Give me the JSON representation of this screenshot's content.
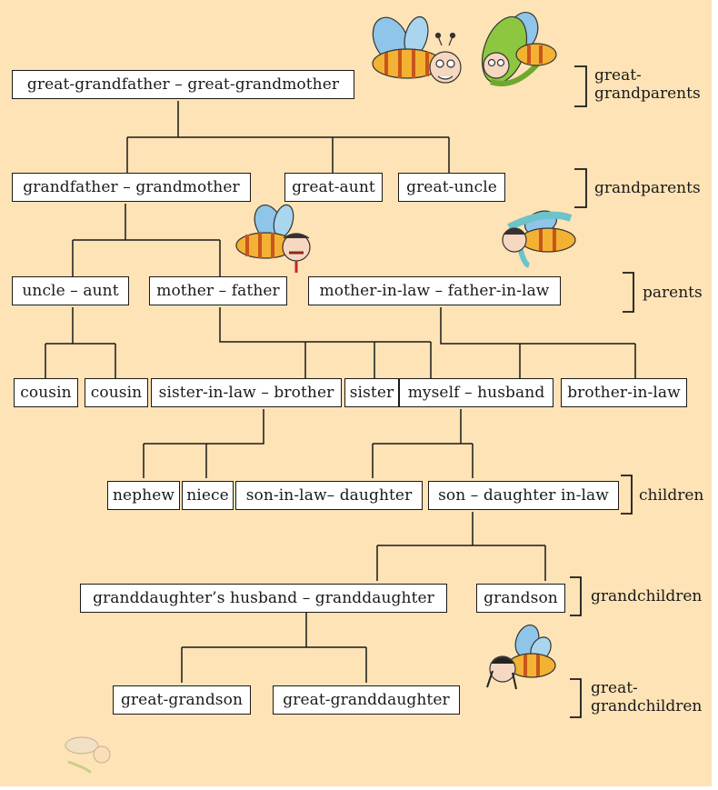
{
  "colors": {
    "background": "#fde3b5",
    "line": "#1a1a1a",
    "box": "#ffffff"
  },
  "nodes": {
    "great_grandparents": "great-grandfather  –  great-grandmother",
    "grandparents": "grandfather – grandmother",
    "great_aunt": "great-aunt",
    "great_uncle": "great-uncle",
    "uncle_aunt": "uncle – aunt",
    "mother_father": "mother – father",
    "in_laws": "mother-in-law – father-in-law",
    "cousin_1": "cousin",
    "cousin_2": "cousin",
    "sister_in_law_brother": "sister-in-law – brother",
    "sister": "sister",
    "myself_husband": "myself – husband",
    "brother_in_law": "brother-in-law",
    "nephew": "nephew",
    "niece": "niece",
    "son_in_law_daughter": "son-in-law– daughter",
    "son_daughter_in_law": "son – daughter in-law",
    "granddaughter_couple": "granddaughter’s husband – granddaughter",
    "grandson": "grandson",
    "great_grandson": "great-grandson",
    "great_granddaughter": "great-granddaughter"
  },
  "generations": {
    "great_grandparents": [
      "great-",
      "grandparents"
    ],
    "grandparents": [
      "grandparents"
    ],
    "parents": [
      "parents"
    ],
    "children": [
      "children"
    ],
    "grandchildren": [
      "grandchildren"
    ],
    "great_grandchildren": [
      "great-",
      "grandchildren"
    ]
  },
  "icons": [
    "bee-grandfather-icon",
    "bee-grandmother-icon",
    "bee-father-icon",
    "bee-mother-icon",
    "bee-girl-icon",
    "bee-faded-icon"
  ]
}
